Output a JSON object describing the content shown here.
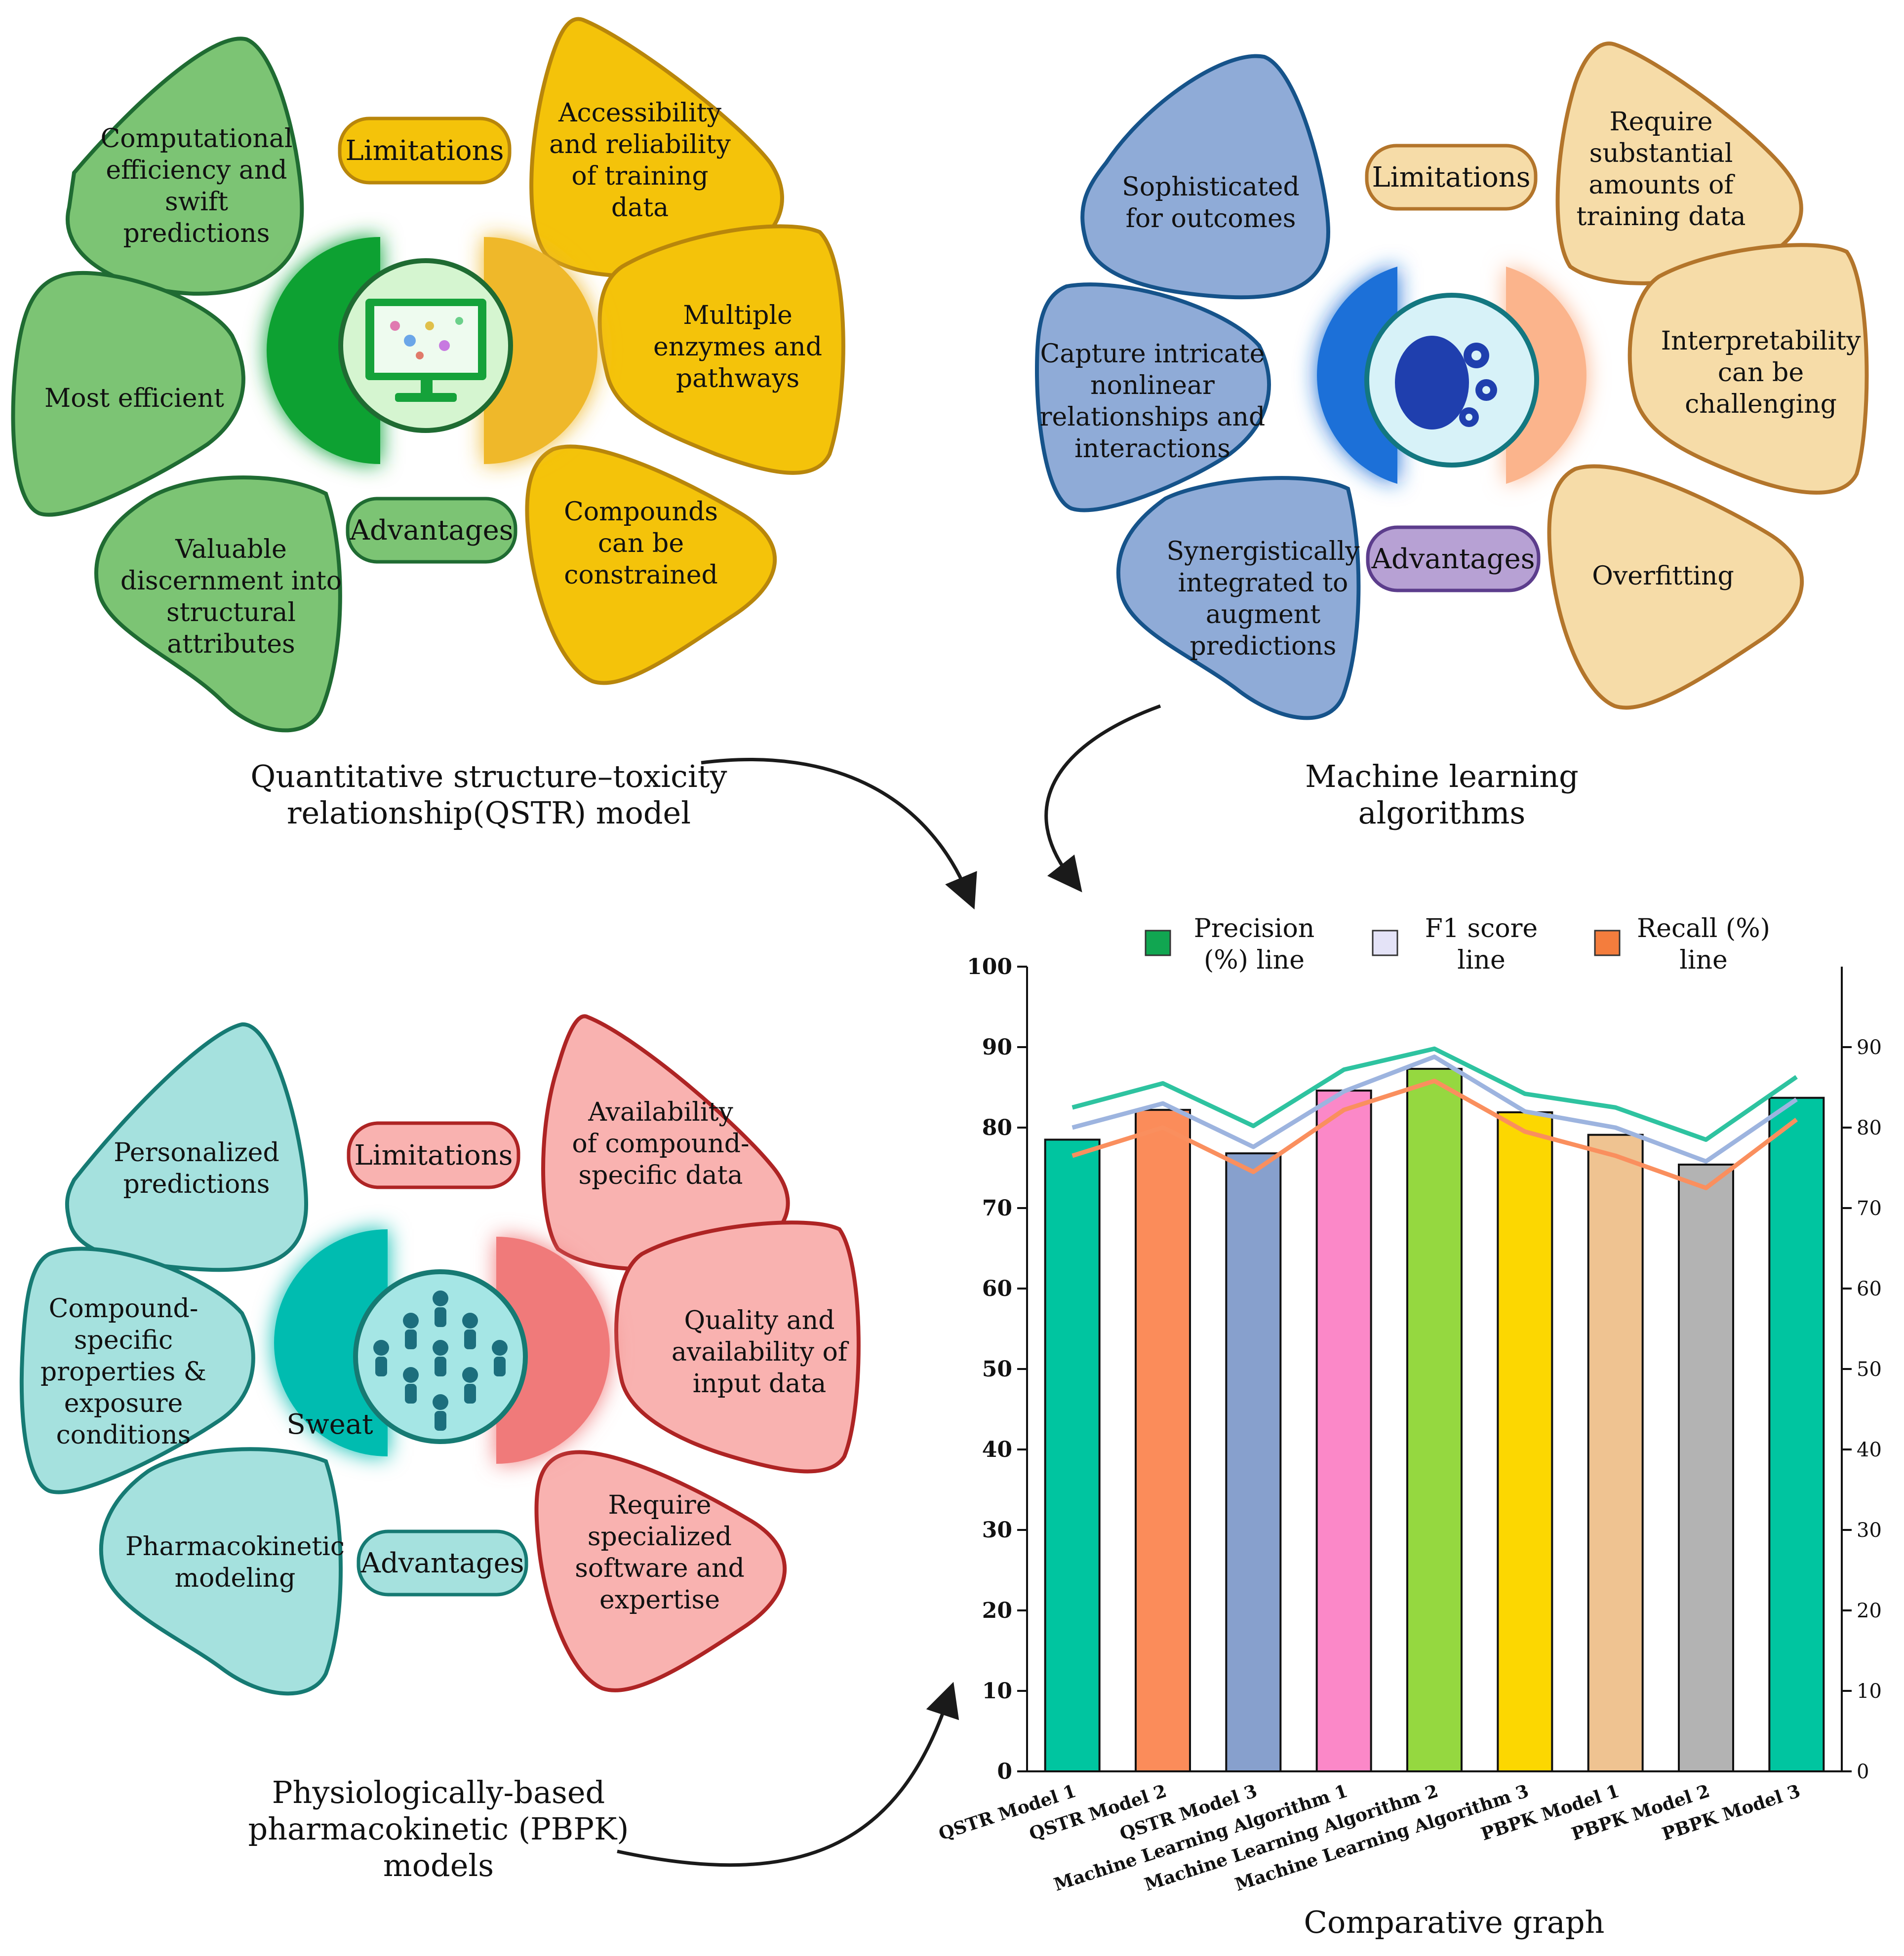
{
  "qstr": {
    "caption": [
      "Quantitative structure–toxicity",
      "relationship(QSTR) model"
    ],
    "limitations_label": "Limitations",
    "advantages_label": "Advantages",
    "advantages": [
      [
        "Computational",
        "efficiency and",
        "swift",
        "predictions"
      ],
      [
        "Most efficient"
      ],
      [
        "Valuable",
        "discernment into",
        "structural",
        "attributes"
      ]
    ],
    "limitations": [
      [
        "Accessibility",
        "and reliability",
        "of training",
        "data"
      ],
      [
        "Multiple",
        "enzymes and",
        "pathways"
      ],
      [
        "Compounds",
        "can be",
        "constrained"
      ]
    ],
    "center_icon": "computer-monitor-icon"
  },
  "ml": {
    "caption": [
      "Machine learning",
      "algorithms"
    ],
    "limitations_label": "Limitations",
    "advantages_label": "Advantages",
    "advantages": [
      [
        "Sophisticated",
        "for outcomes"
      ],
      [
        "Capture intricate",
        "nonlinear",
        "relationships and",
        "interactions"
      ],
      [
        "Synergistically",
        "integrated to",
        "augment",
        "predictions"
      ]
    ],
    "limitations": [
      [
        "Require",
        "substantial",
        "amounts of",
        "training data"
      ],
      [
        "Interpretability",
        "can be",
        "challenging"
      ],
      [
        "Overfitting"
      ]
    ],
    "center_icon": "brain-gears-icon"
  },
  "pbpk": {
    "caption": [
      "Physiologically-based",
      "pharmacokinetic (PBPK)",
      "models"
    ],
    "limitations_label": "Limitations",
    "advantages_label": "Advantages",
    "hub_label": "Sweat",
    "advantages": [
      [
        "Personalized",
        "predictions"
      ],
      [
        "Compound-",
        "specific",
        "properties &",
        "exposure",
        "conditions"
      ],
      [
        "Pharmacokinetic",
        "modeling"
      ]
    ],
    "limitations": [
      [
        "Availability",
        "of compound-",
        "specific data"
      ],
      [
        "Quality and",
        "availability of",
        "input data"
      ],
      [
        "Require",
        "specialized",
        "software and",
        "expertise"
      ]
    ],
    "center_icon": "people-network-icon"
  },
  "chart_caption": "Comparative graph",
  "chart_data": {
    "type": "bar",
    "categories": [
      "QSTR Model 1",
      "QSTR Model 2",
      "QSTR Model 3",
      "Machine Learning Algorithm 1",
      "Machine Learning Algorithm 2",
      "Machine Learning Algorithm 3",
      "PBPK Model 1",
      "PBPK Model 2",
      "PBPK Model 3"
    ],
    "values": [
      78.5,
      82.2,
      76.8,
      84.6,
      87.3,
      81.9,
      79.1,
      75.4,
      83.7
    ],
    "bar_colors": [
      "#00c5a0",
      "#fb8c5a",
      "#87a0cd",
      "#fb88c8",
      "#95d840",
      "#fcd701",
      "#efc391",
      "#b3b3b3",
      "#00c5a0"
    ],
    "series": [
      {
        "name": "Precision (%) line",
        "color": "#2ec3a0",
        "values": [
          82.5,
          85.5,
          80.2,
          87.2,
          89.8,
          84.2,
          82.5,
          78.5,
          86.3
        ]
      },
      {
        "name": "F1 score line",
        "color": "#9db4df",
        "values": [
          80.0,
          83.0,
          77.6,
          84.5,
          88.8,
          82.0,
          80.0,
          75.8,
          83.5
        ]
      },
      {
        "name": "Recall (%) line",
        "color": "#fa8f5e",
        "values": [
          76.5,
          80.0,
          74.5,
          82.2,
          85.8,
          79.5,
          76.5,
          72.5,
          81.0
        ]
      }
    ],
    "legend": [
      "Precision",
      "(%) line",
      "F1 score",
      "line",
      "Recall (%)",
      "line"
    ],
    "legend_colors": [
      "#11a651",
      "#e4e3f7",
      "#f47d3d"
    ],
    "ylim": [
      0,
      100
    ],
    "yticks": [
      0,
      10,
      20,
      30,
      40,
      50,
      60,
      70,
      80,
      90,
      100
    ],
    "y2lim": [
      0,
      100
    ],
    "y2ticks": [
      0,
      10,
      20,
      30,
      40,
      50,
      60,
      70,
      80,
      90
    ],
    "legend_position": "top"
  }
}
